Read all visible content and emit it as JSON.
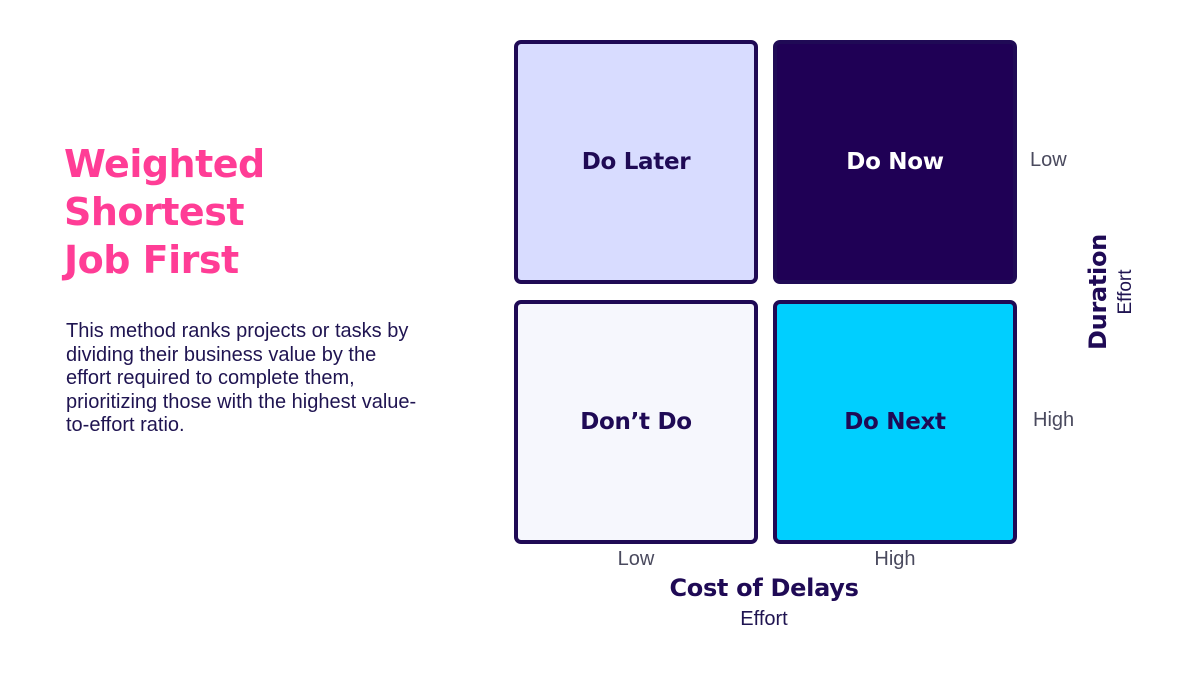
{
  "title_lines": [
    "Weighted",
    "Shortest",
    "Job First"
  ],
  "description": "This method ranks projects or tasks by dividing their business value by the effort required to complete them, prioritizing those with the highest value-to-effort ratio.",
  "quadrants": {
    "top_left": "Do Later",
    "top_right": "Do Now",
    "bottom_left": "Don’t Do",
    "bottom_right": "Do Next"
  },
  "x_axis": {
    "label": "Cost of Delays",
    "sublabel": "Effort",
    "ticks": [
      "Low",
      "High"
    ]
  },
  "y_axis": {
    "label": "Duration",
    "sublabel": "Effort",
    "ticks": [
      "Low",
      "High"
    ]
  },
  "colors": {
    "title": "#ff3d96",
    "navy": "#1f0055",
    "lavender": "#d8dcff",
    "off_white": "#f6f7fd",
    "cyan": "#00cfff"
  }
}
